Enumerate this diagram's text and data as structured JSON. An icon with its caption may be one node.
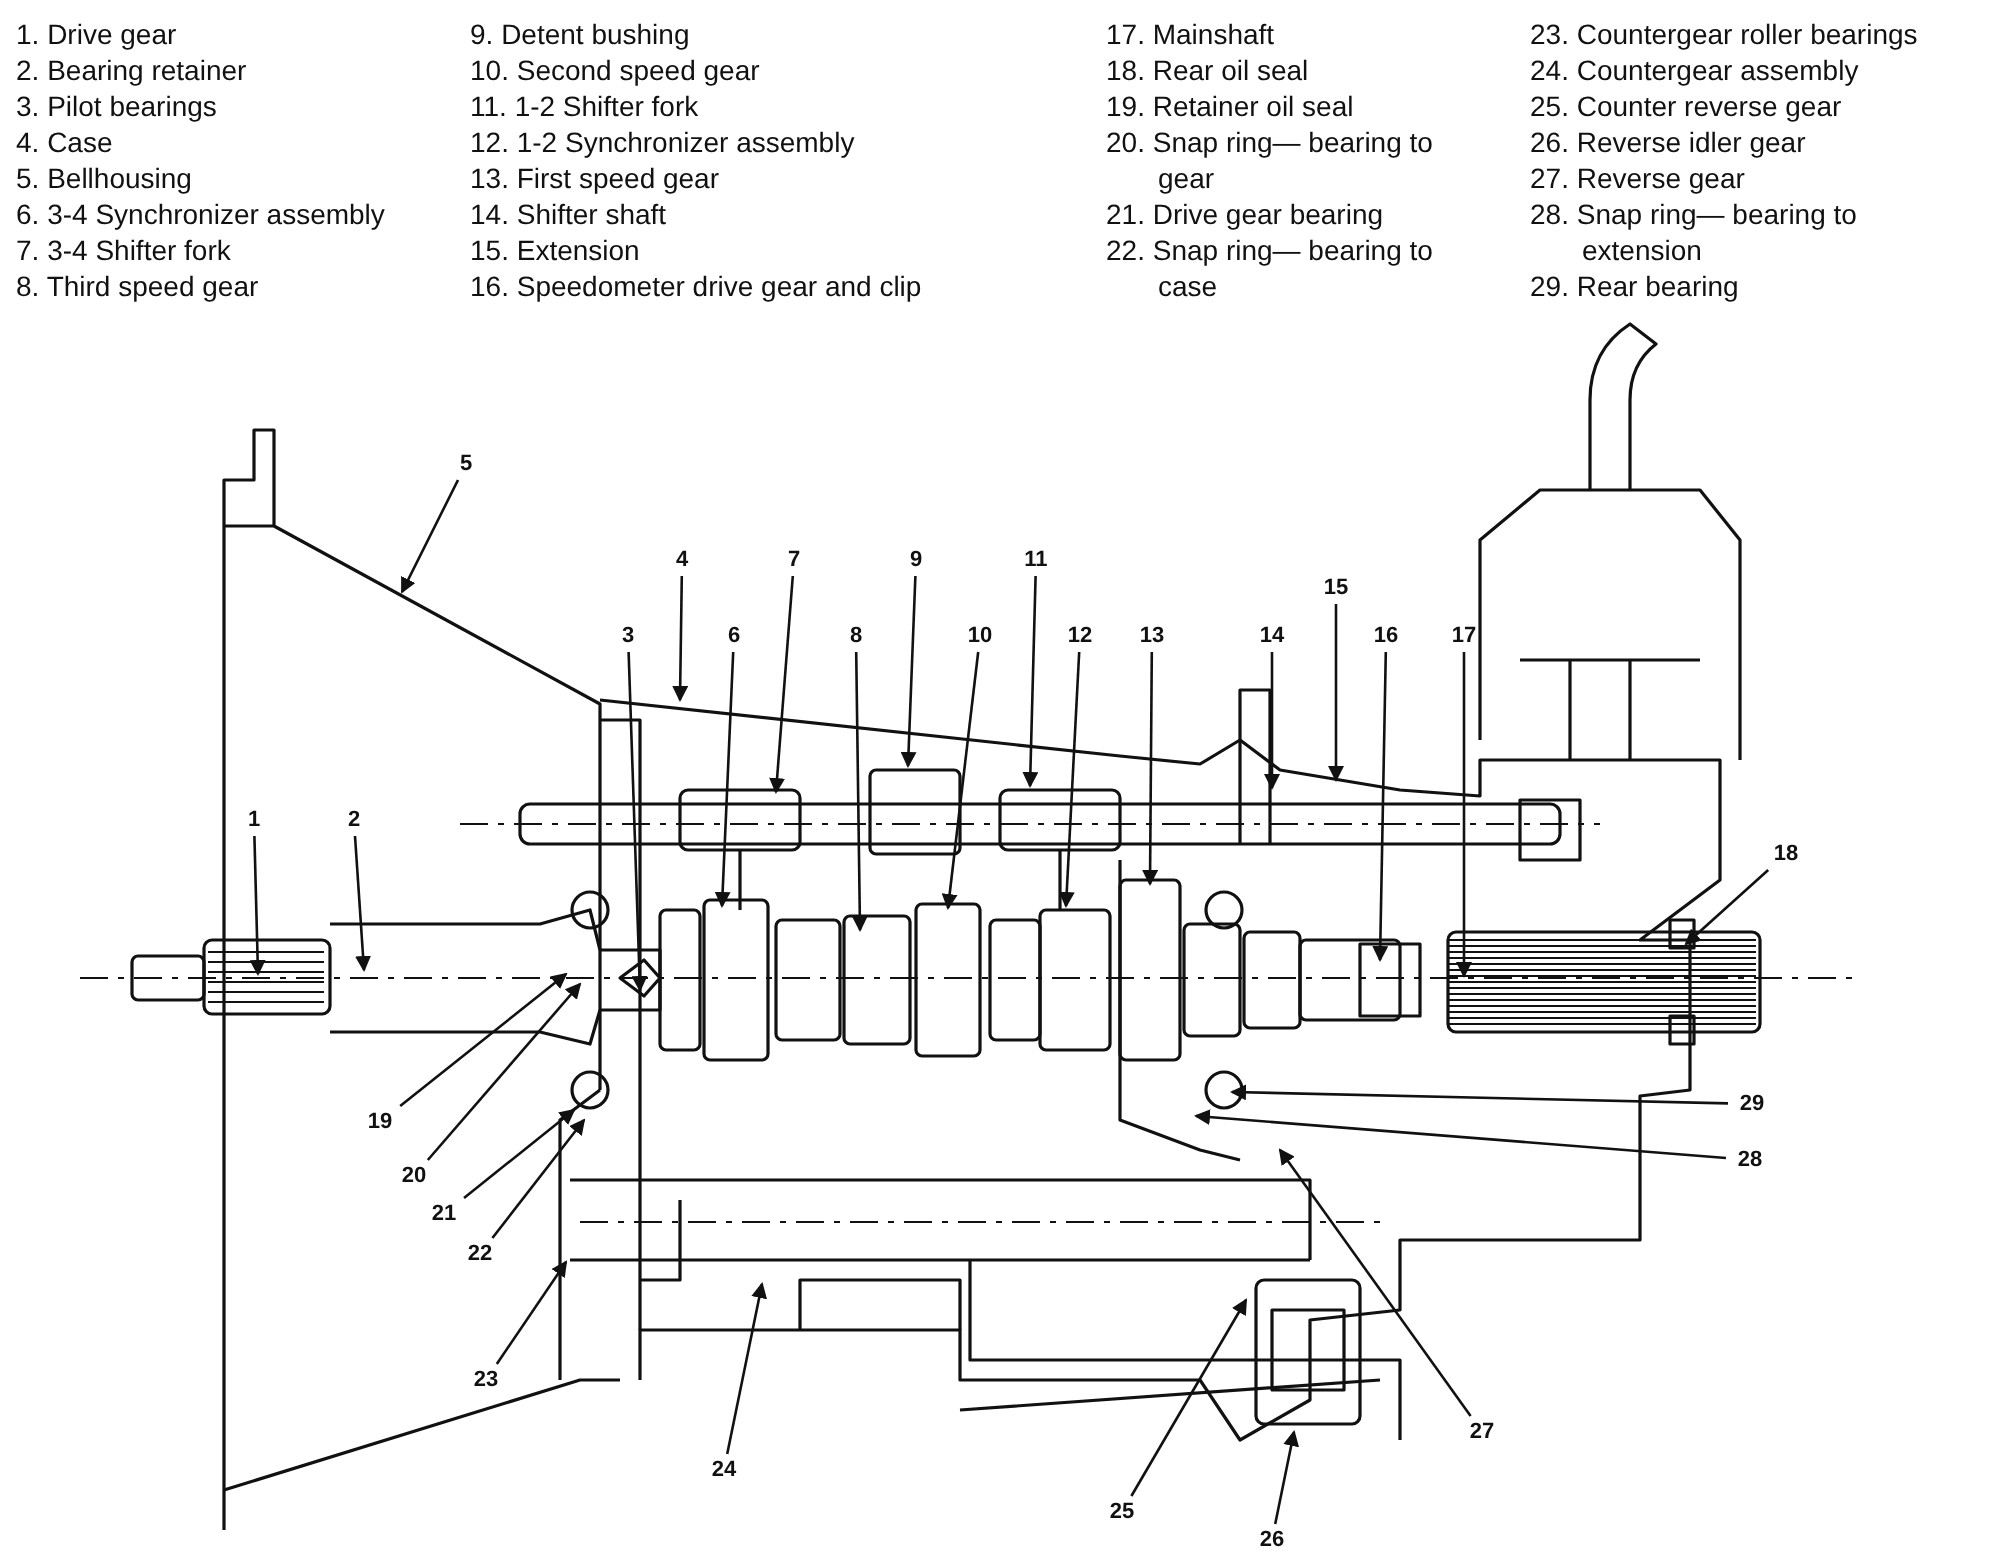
{
  "diagram": {
    "nodes": [
      {
        "text": [
          "1"
        ]
      },
      {
        "text": [
          "2"
        ]
      },
      {
        "text": [
          "3"
        ]
      },
      {
        "text": [
          "4"
        ]
      },
      {
        "text": [
          "5"
        ]
      },
      {
        "text": [
          "6"
        ]
      },
      {
        "text": [
          "7"
        ]
      },
      {
        "text": [
          "8"
        ]
      },
      {
        "text": [
          "9"
        ]
      },
      {
        "text": [
          "10"
        ]
      },
      {
        "text": [
          "11"
        ]
      },
      {
        "text": [
          "12"
        ]
      },
      {
        "text": [
          "13"
        ]
      },
      {
        "text": [
          "14"
        ]
      },
      {
        "text": [
          "15"
        ]
      },
      {
        "text": [
          "16"
        ]
      },
      {
        "text": [
          "17"
        ]
      },
      {
        "text": [
          "18"
        ]
      },
      {
        "text": [
          "19"
        ]
      },
      {
        "text": [
          "20"
        ]
      },
      {
        "text": [
          "21"
        ]
      },
      {
        "text": [
          "22"
        ]
      },
      {
        "text": [
          "23"
        ]
      },
      {
        "text": [
          "24"
        ]
      },
      {
        "text": [
          "25"
        ]
      },
      {
        "text": [
          "26"
        ]
      },
      {
        "text": [
          "27"
        ]
      },
      {
        "text": [
          "28"
        ]
      },
      {
        "text": [
          "29"
        ]
      }
    ],
    "edges": [
      {
        "from": 0,
        "to": null,
        "arrow": "to"
      },
      {
        "from": 1,
        "to": null,
        "arrow": "to"
      },
      {
        "from": 2,
        "to": null,
        "arrow": "to"
      },
      {
        "from": 3,
        "to": null,
        "arrow": "to"
      },
      {
        "from": 4,
        "to": null,
        "arrow": "to"
      },
      {
        "from": 5,
        "to": null,
        "arrow": "to"
      },
      {
        "from": 6,
        "to": null,
        "arrow": "to"
      },
      {
        "from": 7,
        "to": null,
        "arrow": "to"
      },
      {
        "from": 8,
        "to": null,
        "arrow": "to"
      },
      {
        "from": 9,
        "to": null,
        "arrow": "to"
      },
      {
        "from": 10,
        "to": null,
        "arrow": "to"
      },
      {
        "from": 11,
        "to": null,
        "arrow": "to"
      },
      {
        "from": 12,
        "to": null,
        "arrow": "to"
      },
      {
        "from": 13,
        "to": null,
        "arrow": "to"
      },
      {
        "from": 14,
        "to": null,
        "arrow": "to"
      },
      {
        "from": 15,
        "to": null,
        "arrow": "to"
      },
      {
        "from": 16,
        "to": null,
        "arrow": "to"
      },
      {
        "from": 17,
        "to": null,
        "arrow": "to"
      },
      {
        "from": 18,
        "to": null,
        "arrow": "to"
      },
      {
        "from": 19,
        "to": null,
        "arrow": "to"
      },
      {
        "from": 20,
        "to": null,
        "arrow": "to"
      },
      {
        "from": 21,
        "to": null,
        "arrow": "to"
      },
      {
        "from": 22,
        "to": null,
        "arrow": "to"
      },
      {
        "from": 23,
        "to": null,
        "arrow": "to"
      },
      {
        "from": 24,
        "to": null,
        "arrow": "to"
      },
      {
        "from": 25,
        "to": null,
        "arrow": "to"
      },
      {
        "from": 26,
        "to": null,
        "arrow": "to"
      },
      {
        "from": 27,
        "to": null,
        "arrow": "to"
      },
      {
        "from": 28,
        "to": null,
        "arrow": "to"
      }
    ],
    "labels": [
      "1. Drive gear",
      "2. Bearing retainer",
      "3. Pilot bearings",
      "4. Case",
      "5. Bellhousing",
      "6. 3-4 Synchronizer assembly",
      "7. 3-4 Shifter fork",
      "8. Third speed gear",
      "9. Detent bushing",
      "10. Second speed gear",
      "11. 1-2 Shifter fork",
      "12. 1-2 Synchronizer assembly",
      "13. First speed gear",
      "14. Shifter shaft",
      "15. Extension",
      "16. Speedometer drive gear and clip",
      "17. Mainshaft",
      "18. Rear oil seal",
      "19. Retainer oil seal",
      "20. Snap ring— bearing to gear",
      "21. Drive gear bearing",
      "22. Snap ring— bearing to case",
      "23. Countergear roller bearings",
      "24. Countergear assembly",
      "25. Counter reverse gear",
      "26. Reverse idler gear",
      "27. Reverse gear",
      "28. Snap ring— bearing to extension",
      "29. Rear bearing"
    ]
  }
}
